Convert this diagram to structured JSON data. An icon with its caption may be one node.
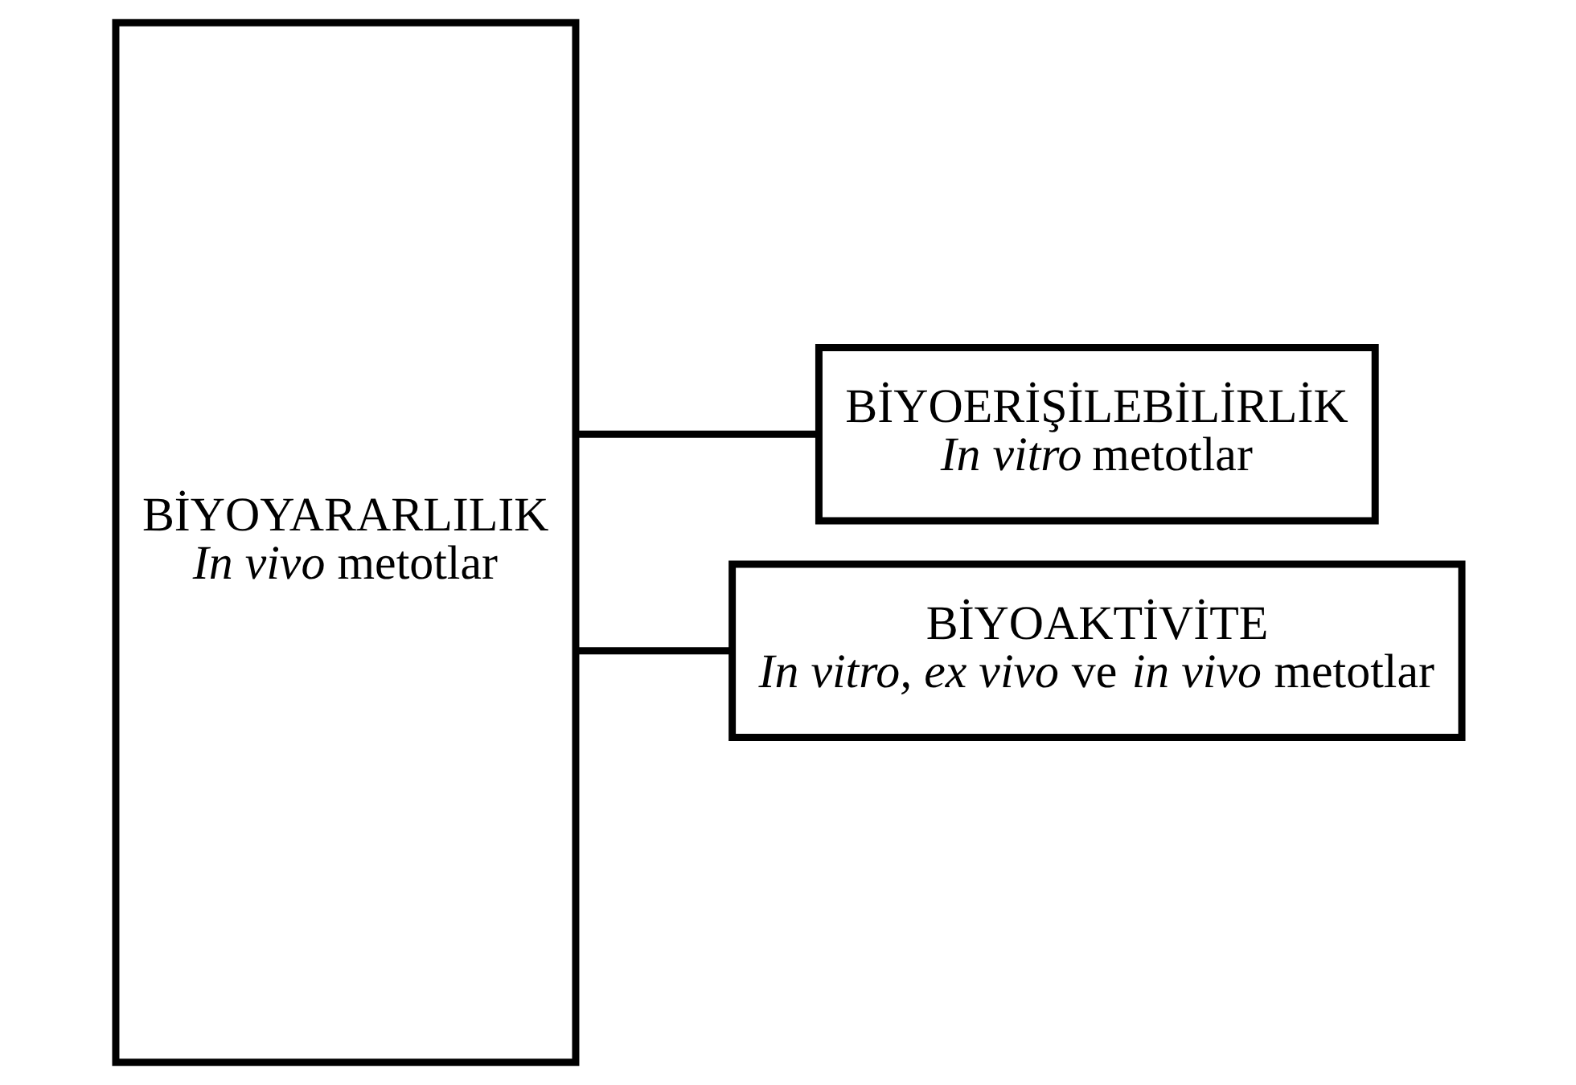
{
  "diagram": {
    "nodes": [
      {
        "text": [
          "BİYOYARARLILIK",
          "*In vivo* metotlar"
        ]
      },
      {
        "text": [
          "BİYOERİŞİLEBİLİRLİK",
          "*In vitro* metotlar"
        ]
      },
      {
        "text": [
          "BİYOAKTİVİTE",
          "*In vitro, ex vivo* ve *in vivo* metotlar"
        ]
      }
    ],
    "edges": [
      {
        "from": 0,
        "to": 1,
        "arrow": "none"
      },
      {
        "from": 0,
        "to": 2,
        "arrow": "none"
      }
    ]
  }
}
